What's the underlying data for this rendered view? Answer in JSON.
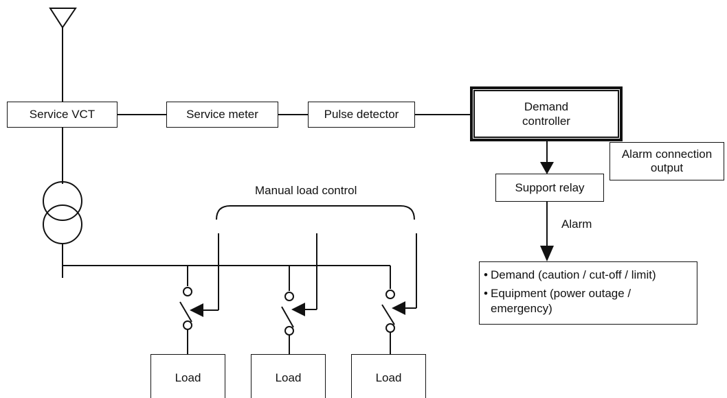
{
  "blocks": {
    "service_vct": "Service VCT",
    "service_meter": "Service meter",
    "pulse_detector": "Pulse detector",
    "demand_controller": "Demand\ncontroller",
    "alarm_connection_output": "Alarm connection\noutput",
    "support_relay": "Support relay"
  },
  "labels": {
    "manual_load_control": "Manual load control",
    "alarm": "Alarm"
  },
  "alarm_items": [
    "Demand (caution / cut-off / limit)",
    "Equipment (power outage / emergency)"
  ],
  "bullet": "•",
  "loads": [
    "Load",
    "Load",
    "Load"
  ]
}
